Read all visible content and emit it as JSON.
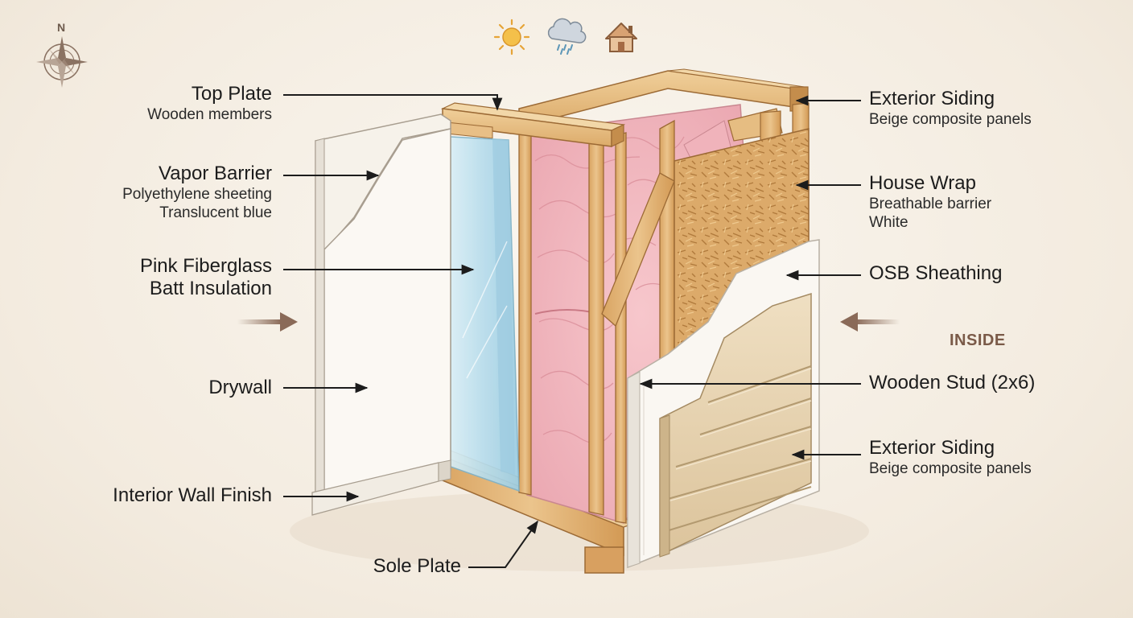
{
  "icons": [
    "compass-rose-icon",
    "sun-icon",
    "rain-cloud-icon",
    "house-icon"
  ],
  "compass": {
    "north": "N"
  },
  "side_label": "INSIDE",
  "left_labels": [
    {
      "title": "Top Plate",
      "sub": [
        "Wooden members"
      ]
    },
    {
      "title": "Vapor Barrier",
      "sub": [
        "Polyethylene sheeting",
        "Translucent blue"
      ]
    },
    {
      "title": "Pink Fiberglass",
      "title2": "Batt Insulation",
      "sub": []
    },
    {
      "title": "Drywall",
      "sub": []
    },
    {
      "title": "Interior Wall Finish",
      "sub": []
    }
  ],
  "bottom_label": {
    "title": "Sole Plate"
  },
  "right_labels": [
    {
      "title": "Exterior Siding",
      "sub": [
        "Beige composite panels"
      ]
    },
    {
      "title": "House Wrap",
      "sub": [
        "Breathable barrier",
        "White"
      ]
    },
    {
      "title": "OSB Sheathing",
      "sub": []
    },
    {
      "title": "Wooden Stud (2x6)",
      "sub": []
    },
    {
      "title": "Exterior Siding",
      "sub": [
        "Beige composite panels"
      ]
    }
  ],
  "colors": {
    "wood": "#e2b679",
    "wood_dark": "#c48d4c",
    "insulation": "#f3b9c0",
    "vapor_barrier": "#bfe3f0",
    "drywall": "#f7f3ec",
    "osb": "#d9a866",
    "siding": "#e6d2ae",
    "arrow": "#8a6a58"
  }
}
